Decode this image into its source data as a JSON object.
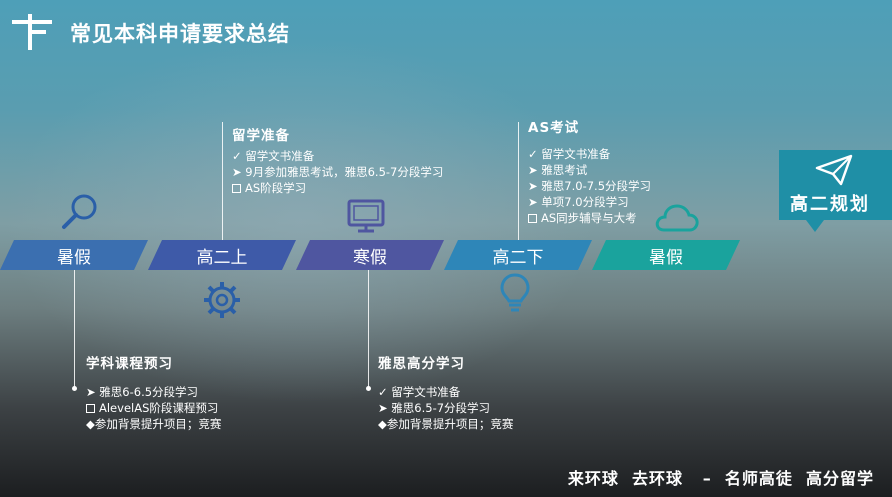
{
  "header": {
    "title": "常见本科申请要求总结"
  },
  "badge": {
    "label": "高二规划"
  },
  "timeline": [
    {
      "label": "暑假",
      "color": "#3b6fb0"
    },
    {
      "label": "高二上",
      "color": "#3e5aa8"
    },
    {
      "label": "寒假",
      "color": "#4f56a0"
    },
    {
      "label": "高二下",
      "color": "#2e86b8"
    },
    {
      "label": "暑假",
      "color": "#1aa39d"
    }
  ],
  "blocks": {
    "study_prep": {
      "title": "留学准备",
      "items": [
        "✓ 留学文书准备",
        "➤ 9月参加雅思考试，雅思6.5-7分段学习",
        "AS阶段学习"
      ]
    },
    "as_exam": {
      "title": "AS考试",
      "items": [
        "✓ 留学文书准备",
        "➤ 雅思考试",
        "➤ 雅思7.0-7.5分段学习",
        "➤ 单项7.0分段学习",
        "AS同步辅导与大考"
      ]
    },
    "subject_preview": {
      "title": "学科课程预习",
      "items": [
        "➤ 雅思6-6.5分段学习",
        "AlevelAS阶段课程预习",
        "◆参加背景提升项目；竞赛"
      ]
    },
    "ielts_high": {
      "title": "雅思高分学习",
      "items": [
        "✓ 留学文书准备",
        "➤ 雅思6.5-7分段学习",
        "◆参加背景提升项目；竞赛"
      ]
    }
  },
  "footer": {
    "text": "来环球  去环球   –  名师高徒  高分留学"
  },
  "icons": [
    "logo-signpost-icon",
    "search-icon",
    "gear-icon",
    "monitor-icon",
    "lightbulb-icon",
    "cloud-icon",
    "paper-plane-icon"
  ]
}
